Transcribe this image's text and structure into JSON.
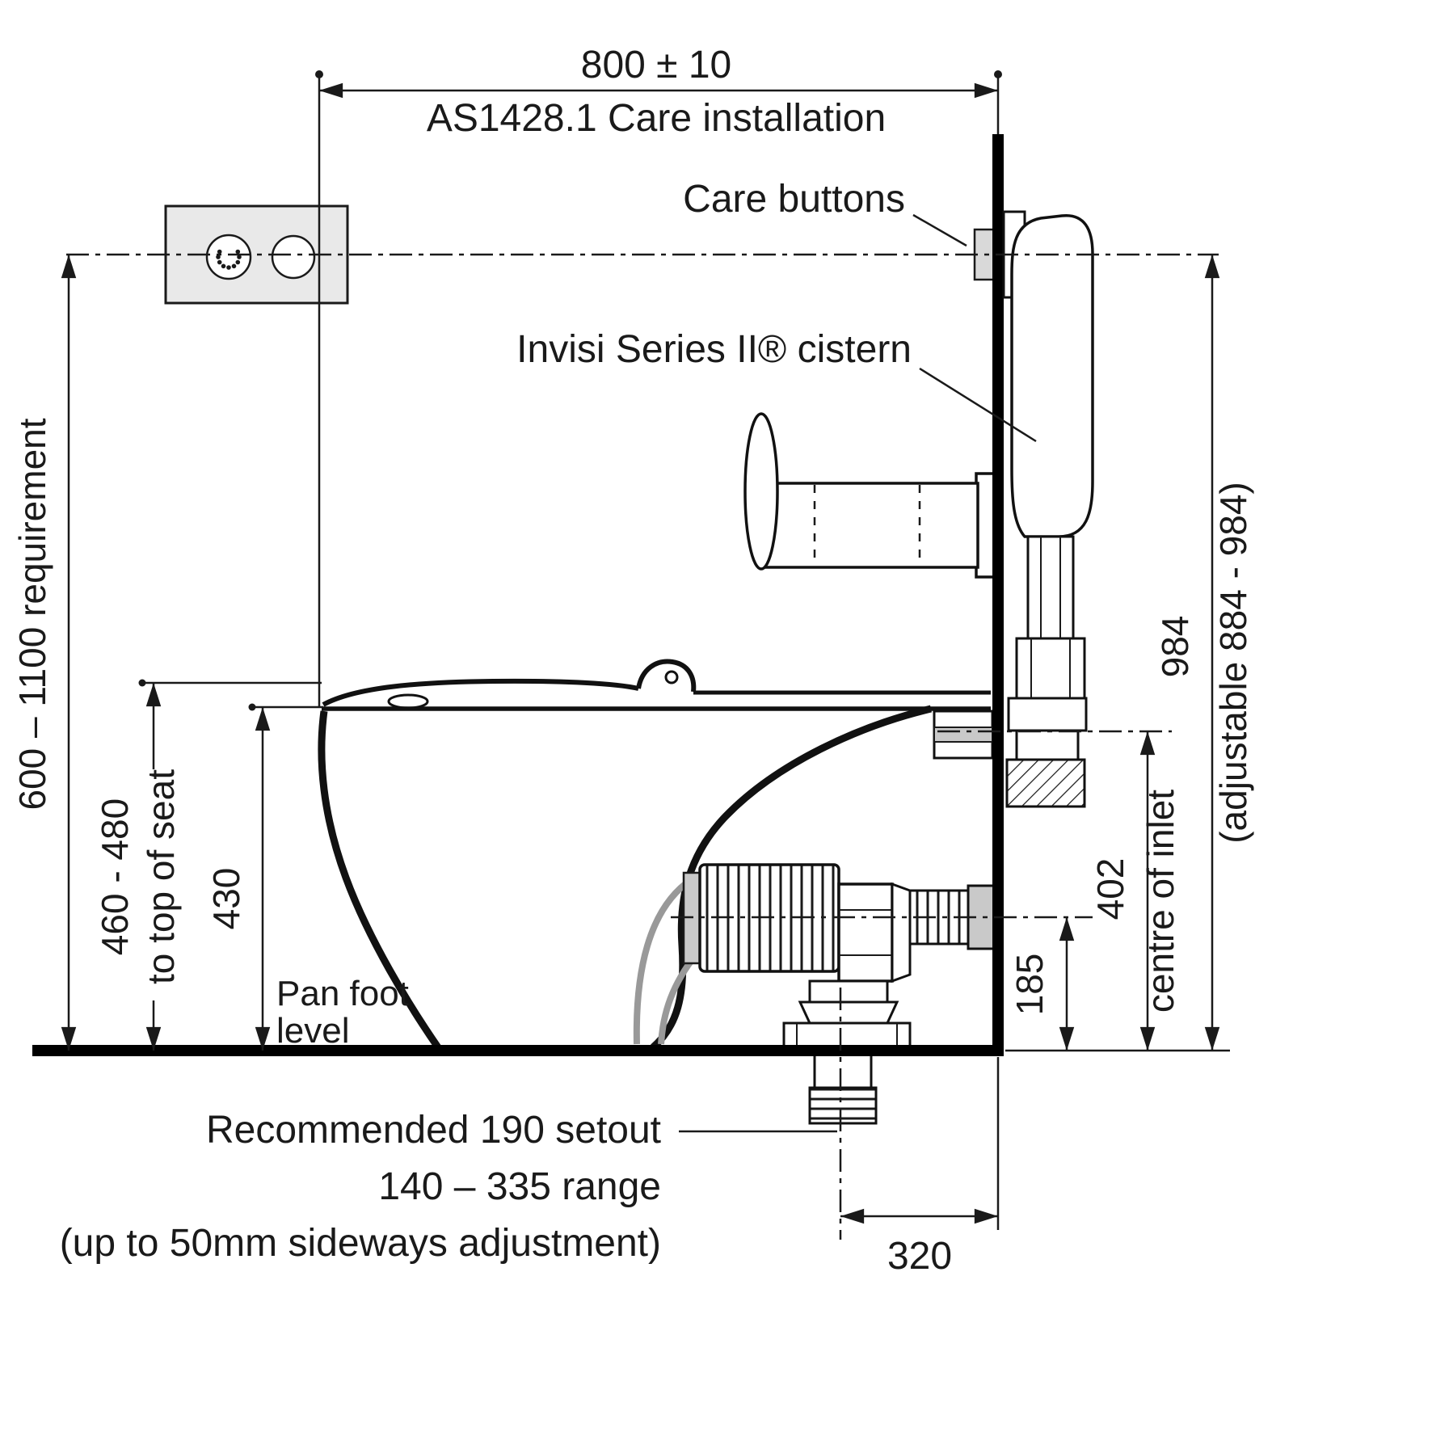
{
  "colors": {
    "line": "#1a1a1a",
    "wall_floor": "#000000",
    "plate_fill": "#e9e9e9",
    "button_fill": "#d9d9d9",
    "fitting_gray": "#c9c9c9",
    "hose_gray": "#999999",
    "background": "#ffffff"
  },
  "labels": {
    "dim_width": "800 ± 10",
    "subtitle": "AS1428.1 Care installation",
    "care_buttons": "Care buttons",
    "cistern": "Invisi Series II® cistern",
    "requirement": "600 – 1100 requirement",
    "seat_height_value": "460 - 480",
    "seat_height_note": "to top of seat",
    "pan_height": "430",
    "pan_foot_line1": "Pan foot",
    "pan_foot_line2": "level",
    "setout_line1": "Recommended 190 setout",
    "setout_line2": "140 – 335 range",
    "setout_line3": "(up to 50mm sideways adjustment)",
    "dim_setout_width": "320",
    "dim_button_height": "984",
    "adjustable": "(adjustable 884 - 984)",
    "dim_inlet_height": "402",
    "dim_flush_height": "185",
    "centre_of_inlet": "centre of inlet"
  }
}
